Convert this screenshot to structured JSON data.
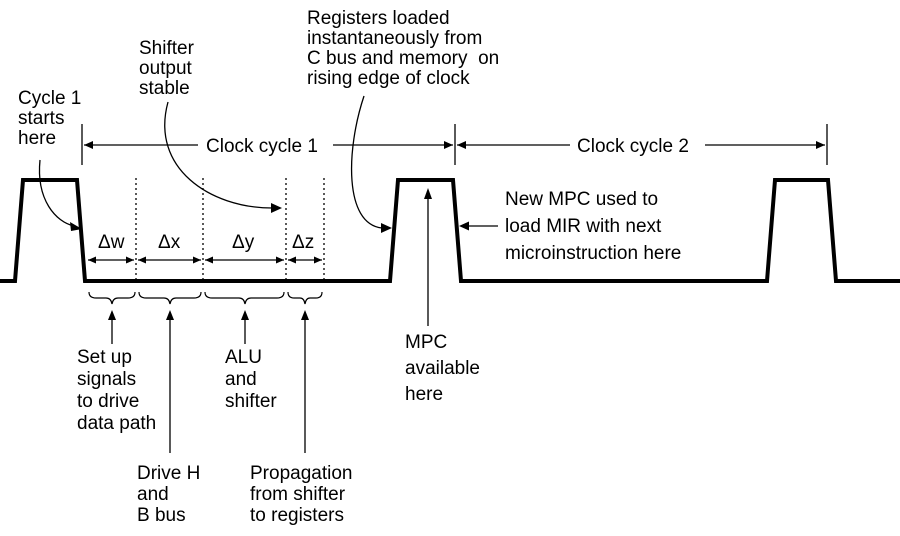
{
  "diagram": {
    "cycle1_start": [
      "Cycle 1",
      "starts",
      "here"
    ],
    "shifter_stable": [
      "Shifter",
      "output",
      "stable"
    ],
    "registers_loaded": [
      "Registers loaded",
      "instantaneously from",
      "C bus and memory  on",
      "rising edge of clock"
    ],
    "clock_cycle_1": "Clock cycle 1",
    "clock_cycle_2": "Clock cycle 2",
    "new_mpc": [
      "New MPC used to",
      "load MIR with next",
      "microinstruction here"
    ],
    "delta_w": "Δw",
    "delta_x": "Δx",
    "delta_y": "Δy",
    "delta_z": "Δz",
    "setup_signals": [
      "Set up",
      "signals",
      "to drive",
      "data path"
    ],
    "drive_h": [
      "Drive H",
      "and",
      "B bus"
    ],
    "alu_shifter": [
      "ALU",
      "and",
      "shifter"
    ],
    "propagation": [
      "Propagation",
      "from shifter",
      "to registers"
    ],
    "mpc_available": [
      "MPC",
      "available",
      "here"
    ]
  }
}
